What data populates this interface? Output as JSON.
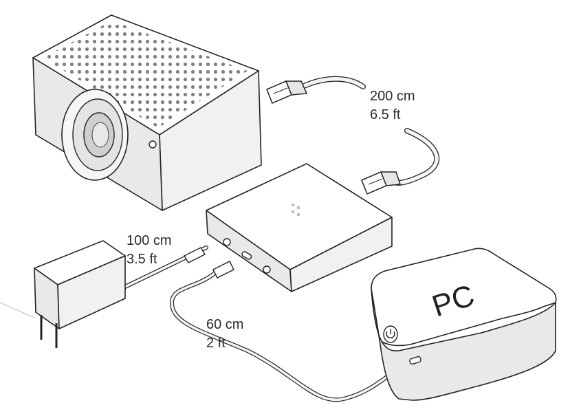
{
  "labels": {
    "ethernet_length_cm": "200 cm",
    "ethernet_length_ft": "6.5 ft",
    "power_length_cm": "100 cm",
    "power_length_ft": "3.5 ft",
    "usb_length_cm": "60 cm",
    "usb_length_ft": "2 ft",
    "pc": "PC"
  }
}
